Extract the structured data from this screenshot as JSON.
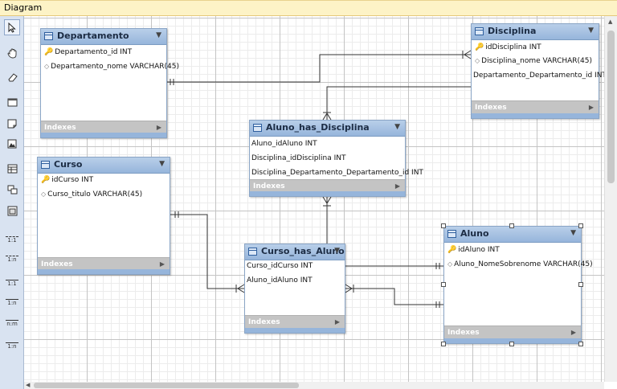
{
  "window": {
    "title": "Diagram"
  },
  "toolbar": {
    "tools": [
      {
        "name": "pointer-tool",
        "icon": "cursor-icon"
      },
      {
        "name": "hand-tool",
        "icon": "hand-icon"
      },
      {
        "name": "eraser-tool",
        "icon": "eraser-icon"
      },
      {
        "name": "layer-tool",
        "icon": "layer-icon"
      },
      {
        "name": "note-tool",
        "icon": "note-icon"
      },
      {
        "name": "image-tool",
        "icon": "image-icon"
      },
      {
        "name": "table-tool",
        "icon": "table-icon"
      },
      {
        "name": "view-tool",
        "icon": "view-icon"
      },
      {
        "name": "routine-group-tool",
        "icon": "routine-icon"
      }
    ],
    "relations": [
      {
        "label": "1:1"
      },
      {
        "label": "1:n"
      },
      {
        "label": "1:1"
      },
      {
        "label": "1:n"
      },
      {
        "label": "n:m"
      },
      {
        "label": "1:n"
      }
    ]
  },
  "entities": {
    "departamento": {
      "name": "Departamento",
      "columns": [
        "Departamento_id INT",
        "Departamento_nome VARCHAR(45)"
      ],
      "indexes_label": "Indexes"
    },
    "disciplina": {
      "name": "Disciplina",
      "columns": [
        "idDisciplina INT",
        "Disciplina_nome VARCHAR(45)",
        "Departamento_Departamento_id INT"
      ],
      "indexes_label": "Indexes"
    },
    "aluno_has_disciplina": {
      "name": "Aluno_has_Disciplina",
      "columns": [
        "Aluno_idAluno INT",
        "Disciplina_idDisciplina INT",
        "Disciplina_Departamento_Departamento_id INT"
      ],
      "indexes_label": "Indexes"
    },
    "curso": {
      "name": "Curso",
      "columns": [
        "idCurso INT",
        "Curso_titulo VARCHAR(45)"
      ],
      "indexes_label": "Indexes"
    },
    "curso_has_aluno": {
      "name": "Curso_has_Aluno",
      "columns": [
        "Curso_idCurso INT",
        "Aluno_idAluno INT"
      ],
      "indexes_label": "Indexes"
    },
    "aluno": {
      "name": "Aluno",
      "columns": [
        "idAluno INT",
        "Aluno_NomeSobrenome VARCHAR(45)"
      ],
      "indexes_label": "Indexes"
    }
  },
  "colors": {
    "header": "#96b5db",
    "indexes": "#c4c4c4",
    "title_bar": "#fdf3c6",
    "toolbar": "#d9e3f1"
  }
}
